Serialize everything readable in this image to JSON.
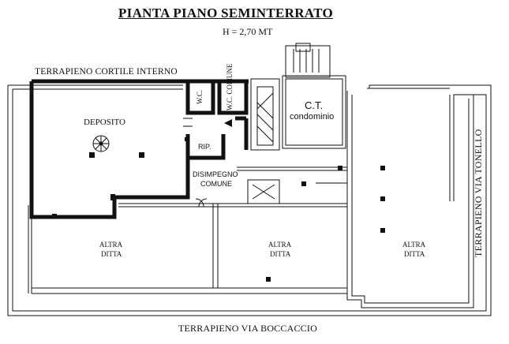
{
  "title": "PIANTA PIANO SEMINTERRATO",
  "height_note": "H = 2,70 MT",
  "boundaries": {
    "north": "TERRAPIENO CORTILE INTERNO",
    "east": "TERRAPIENO VIA TONELLO",
    "south": "TERRAPIENO VIA BOCCACCIO"
  },
  "rooms": {
    "deposito": "DEPOSITO",
    "wc": "W.C.",
    "wc_comune": "W.C. COMUNE",
    "rip": "RIP.",
    "ct_line1": "C.T.",
    "ct_line2": "condominio",
    "disimpegno_line1": "DISIMPEGNO",
    "disimpegno_line2": "COMUNE",
    "altra1_line1": "ALTRA",
    "altra1_line2": "DITTA",
    "altra2_line1": "ALTRA",
    "altra2_line2": "DITTA",
    "altra3_line1": "ALTRA",
    "altra3_line2": "DITTA"
  },
  "colors": {
    "line": "#111111",
    "background": "#ffffff"
  }
}
